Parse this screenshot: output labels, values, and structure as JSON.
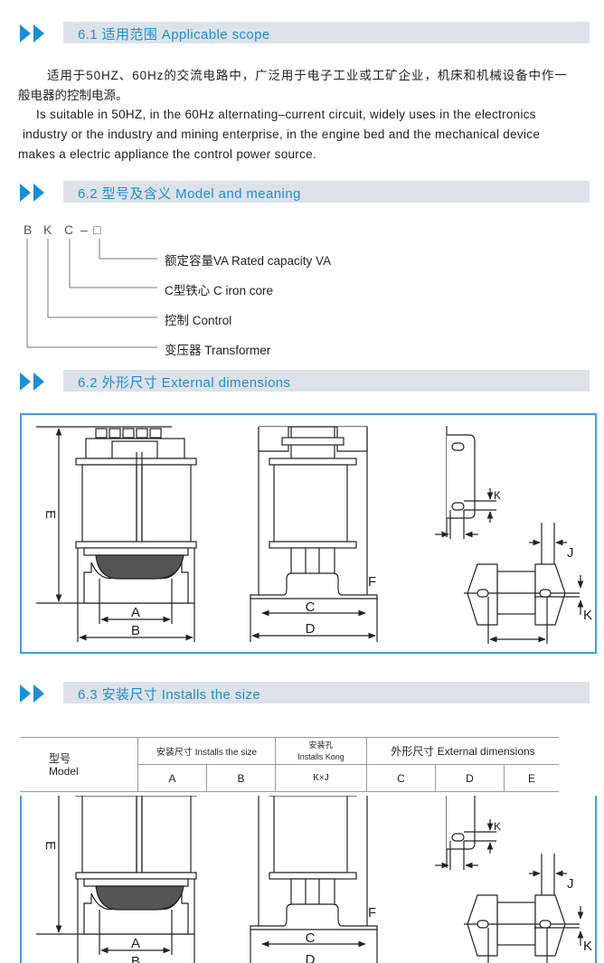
{
  "sections": [
    {
      "title": "6.1  适用范围 Applicable scope"
    },
    {
      "title": "6.2  型号及含义  Model and meaning"
    },
    {
      "title": "6.2  外形尺寸  External dimensions"
    },
    {
      "title": "6.3  安装尺寸  Installs the size"
    }
  ],
  "scope": {
    "zh_lines": [
      "适用于50HZ、60Hz的交流电路中，广泛用于电子工业或工矿企业，机床和机械设备中作一",
      "般电器的控制电源。"
    ],
    "en_lines": [
      "Is suitable in 50HZ, in the 60Hz alternating–current circuit, widely uses in the electronics",
      "industry or the industry and mining enterprise, in the engine bed and the mechanical device",
      "makes a electric appliance the control power source."
    ]
  },
  "model": {
    "letters": [
      "B",
      "K",
      "C",
      "–",
      "□"
    ],
    "meanings": [
      "额定容量VA  Rated capacity VA",
      "C型铁心  C iron core",
      "控制 Control",
      "变压器  Transformer"
    ]
  },
  "diagram_labels": {
    "E": "E",
    "A": "A",
    "B": "B",
    "C": "C",
    "D": "D",
    "F": "F",
    "K": "K",
    "J": "J"
  },
  "table": {
    "model_zh": "型号",
    "model_en": "Model",
    "install_size": "安装尺寸 Installs the size",
    "install_hole_zh": "安装孔",
    "install_hole_en": "Installs Kong",
    "external": "外形尺寸 External dimensions",
    "cols": [
      "A",
      "B",
      "K×J",
      "C",
      "D",
      "E"
    ]
  },
  "colors": {
    "accent": "#1b8fd2",
    "bar": "#dde2e8",
    "border": "#3d9ee2"
  }
}
